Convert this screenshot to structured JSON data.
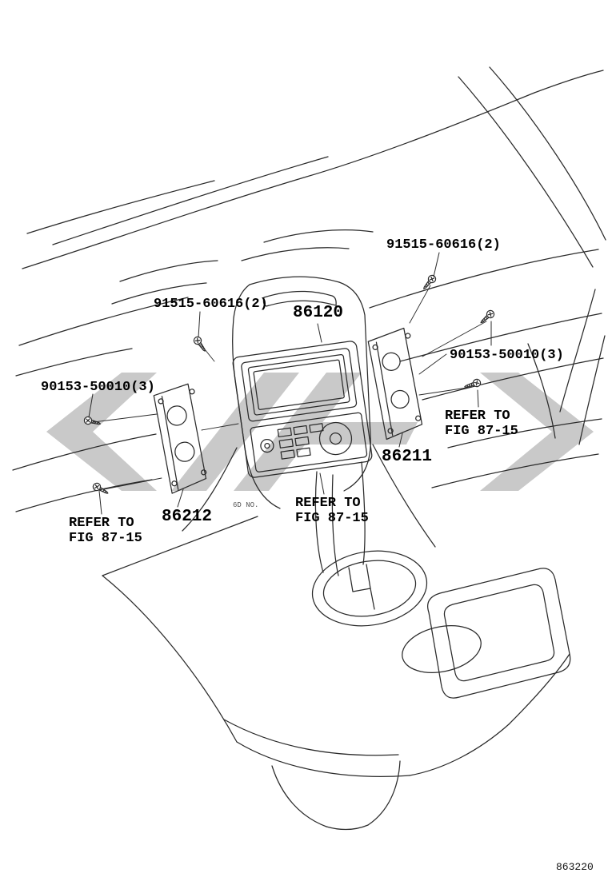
{
  "figure": {
    "code": "863220"
  },
  "callouts": {
    "screw_top": {
      "text": "91515-60616(2)"
    },
    "screw_left": {
      "text": "91515-60616(2)"
    },
    "radio": {
      "text": "86120"
    },
    "bolt_right": {
      "text": "90153-50010(3)"
    },
    "bolt_left": {
      "text": "90153-50010(3)"
    },
    "bracket_right": {
      "text": "86211"
    },
    "bracket_left": {
      "text": "86212"
    },
    "refer_right": {
      "line1": "REFER TO",
      "line2": "FIG 87-15"
    },
    "refer_center": {
      "line1": "REFER TO",
      "line2": "FIG 87-15"
    },
    "refer_left": {
      "line1": "REFER TO",
      "line2": "FIG 87-15"
    },
    "unit_note": {
      "text": "6D NO."
    }
  },
  "colors": {
    "line": "#2a2a2a",
    "watermark": "#c9c9c9",
    "text": "#000000"
  }
}
